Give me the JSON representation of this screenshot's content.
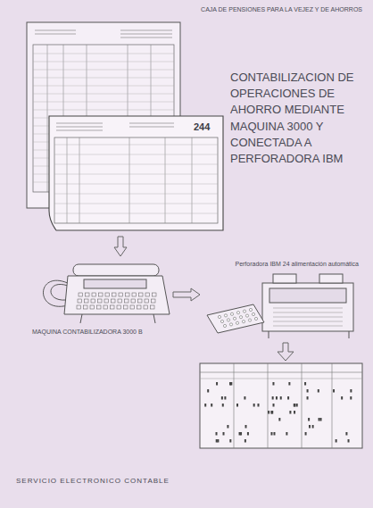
{
  "diagram": {
    "title": "CONTABILIZACION DE OPERACIONES DE AHORRO MEDIANTE MAQUINA 3000 Y CONECTADA A PERFORADORA IBM",
    "caption": "SERVICIO ELECTRONICO CONTABLE",
    "nodes": [
      {
        "text": [
          "244"
        ]
      },
      {
        "text": [
          "MAQUINA CONTABILIZADORA 3000 B"
        ]
      },
      {
        "text": [
          "Perforadora IBM 24 alimentación automática"
        ]
      }
    ],
    "edges": [
      {
        "from": 0,
        "to": 1,
        "arrow": "to"
      },
      {
        "from": 1,
        "to": 2,
        "arrow": "to"
      }
    ],
    "labels": [
      "CAJA DE PENSIONES PARA LA VEJEZ Y DE AHORROS"
    ]
  }
}
